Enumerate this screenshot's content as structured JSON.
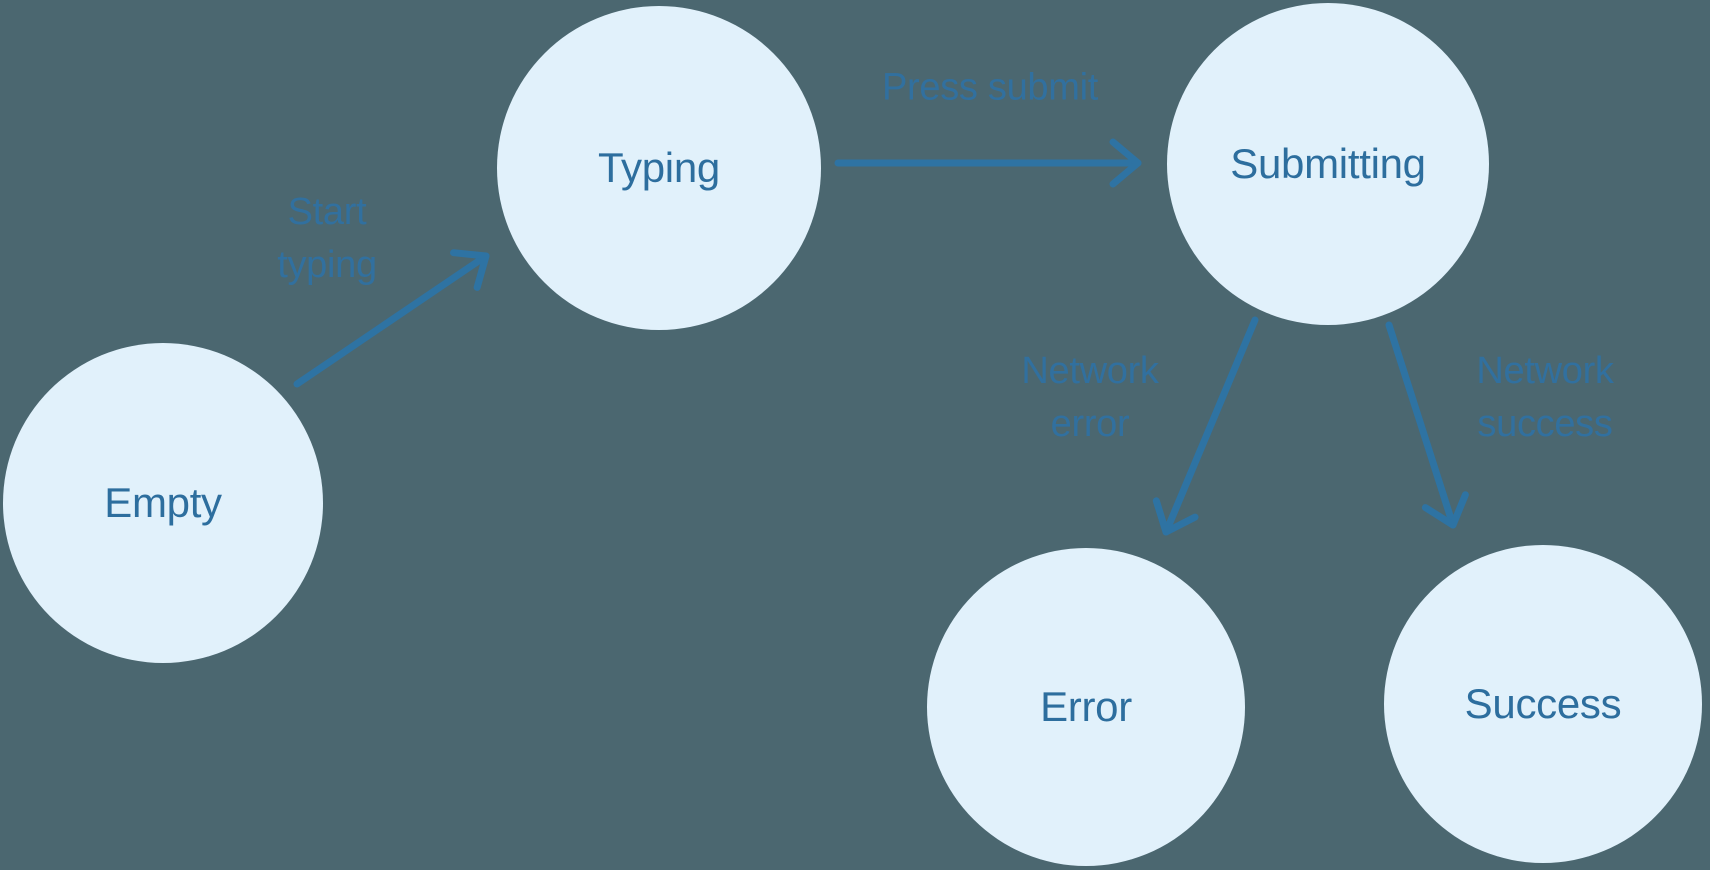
{
  "diagram": {
    "type": "state-machine",
    "colors": {
      "background": "#4b6770",
      "node_fill": "#e1f1fb",
      "node_text": "#2d6e9e",
      "edge_label_text": "#31709f",
      "arrow_stroke": "#2e73a3"
    },
    "nodes": [
      {
        "id": "empty",
        "label": "Empty"
      },
      {
        "id": "typing",
        "label": "Typing"
      },
      {
        "id": "submitting",
        "label": "Submitting"
      },
      {
        "id": "error",
        "label": "Error"
      },
      {
        "id": "success",
        "label": "Success"
      }
    ],
    "edges": [
      {
        "from": "Empty",
        "to": "Typing",
        "label": "Start typing",
        "label_lines": [
          "Start",
          "typing"
        ]
      },
      {
        "from": "Typing",
        "to": "Submitting",
        "label": "Press submit",
        "label_lines": [
          "Press submit"
        ]
      },
      {
        "from": "Submitting",
        "to": "Error",
        "label": "Network error",
        "label_lines": [
          "Network",
          "error"
        ]
      },
      {
        "from": "Submitting",
        "to": "Success",
        "label": "Network success",
        "label_lines": [
          "Network",
          "success"
        ]
      }
    ]
  }
}
